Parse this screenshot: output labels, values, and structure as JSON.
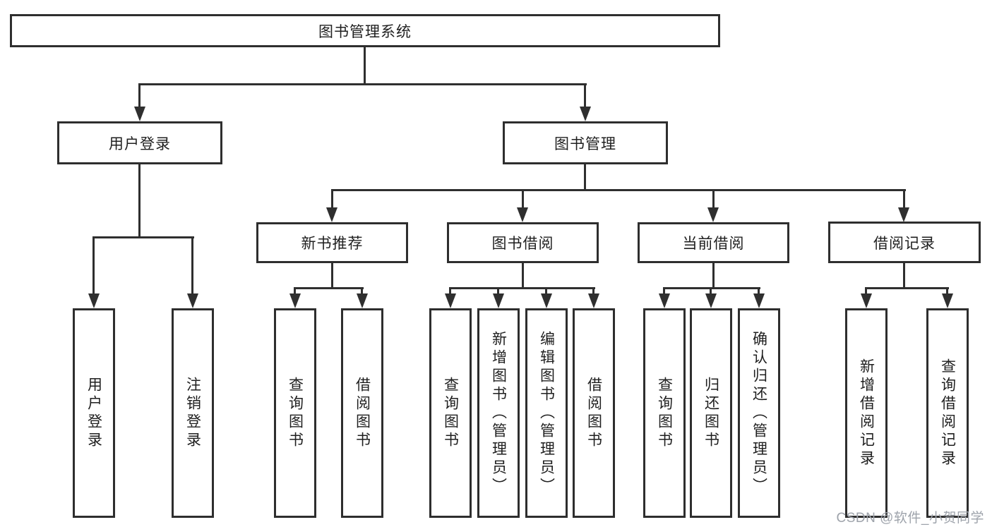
{
  "diagram": {
    "colors": {
      "line": "#2f2f2f",
      "box_border": "#2e2e2e",
      "box_fill": "#ffffff",
      "text": "#1f1f1f",
      "background": "#ffffff",
      "watermark": "#9ea3ab"
    },
    "root": {
      "label": "图书管理系统"
    },
    "branches": [
      {
        "label": "用户登录",
        "children": [
          {
            "label": "用户登录"
          },
          {
            "label": "注销登录"
          }
        ]
      },
      {
        "label": "图书管理",
        "children": [
          {
            "label": "新书推荐",
            "children": [
              {
                "label": "查询图书"
              },
              {
                "label": "借阅图书"
              }
            ]
          },
          {
            "label": "图书借阅",
            "children": [
              {
                "label": "查询图书"
              },
              {
                "label": "新增图书（管理员）"
              },
              {
                "label": "编辑图书（管理员）"
              },
              {
                "label": "借阅图书"
              }
            ]
          },
          {
            "label": "当前借阅",
            "children": [
              {
                "label": "查询图书"
              },
              {
                "label": "归还图书"
              },
              {
                "label": "确认归还（管理员）"
              }
            ]
          },
          {
            "label": "借阅记录",
            "children": [
              {
                "label": "新增借阅记录"
              },
              {
                "label": "查询借阅记录"
              }
            ]
          }
        ]
      }
    ]
  },
  "watermark": {
    "text": "CSDN @软件_小贺同学"
  }
}
